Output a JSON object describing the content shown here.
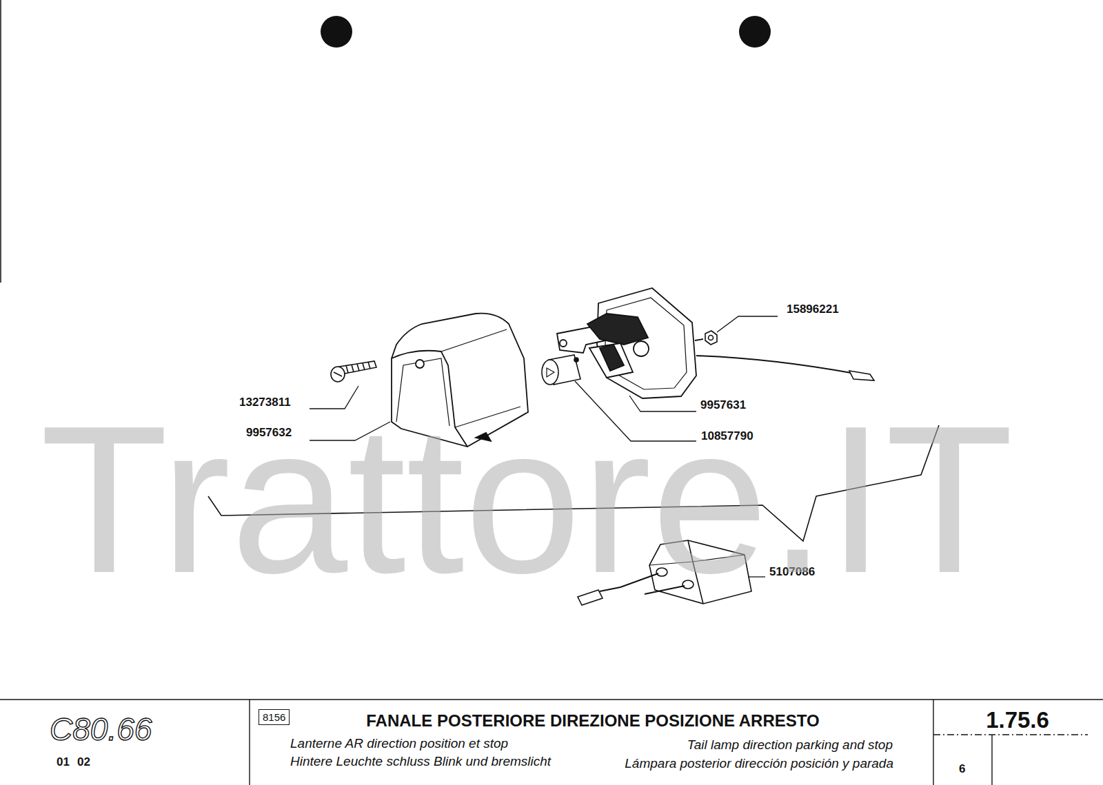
{
  "diagram": {
    "title": "FANALE POSTERIORE DIREZIONE POSIZIONE ARRESTO",
    "nodes": [
      {
        "text": [
          "8156"
        ]
      }
    ],
    "labels": [
      "15896221",
      "13273811",
      "9957631",
      "9957632",
      "10857790",
      "5107086",
      "Trattore.IT",
      "C80.66",
      "01",
      "02",
      "Lanterne AR direction position et stop",
      "Tail lamp direction parking and stop",
      "Hintere Leuchte schluss Blink und bremslicht",
      "Lámpara posterior dirección posición y parada",
      "1.75.6",
      "6"
    ]
  }
}
